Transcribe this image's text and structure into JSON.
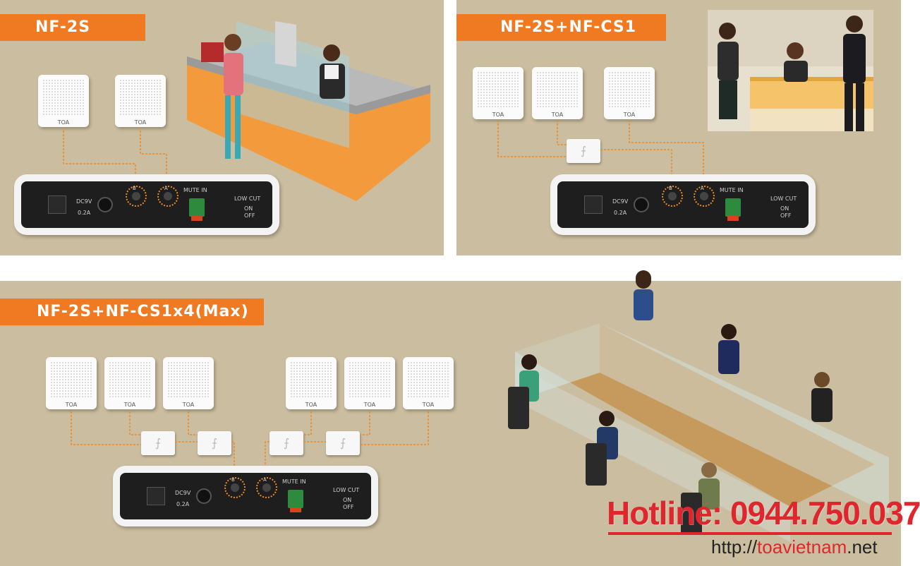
{
  "panels": [
    {
      "label": "NF-2S"
    },
    {
      "label": "NF-2S+NF-CS1"
    },
    {
      "label": "NF-2S+NF-CS1x4(Max)"
    }
  ],
  "speaker_brand": "TOA",
  "amp": {
    "power": "DC9V",
    "current": "0.2A",
    "port_b": "B",
    "port_a": "A",
    "mute_in": "MUTE IN",
    "low_cut": "LOW CUT",
    "on": "ON",
    "off": "OFF"
  },
  "contact": {
    "hotline": "Hotline: 0944.750.037",
    "url_prefix": "http://",
    "url_brand": "toavietnam",
    "url_suffix": ".net"
  },
  "colors": {
    "panel_bg": "#cbbd9f",
    "label_bg": "#f07a22",
    "wire": "#f08a24",
    "hotline": "#e0262d"
  }
}
